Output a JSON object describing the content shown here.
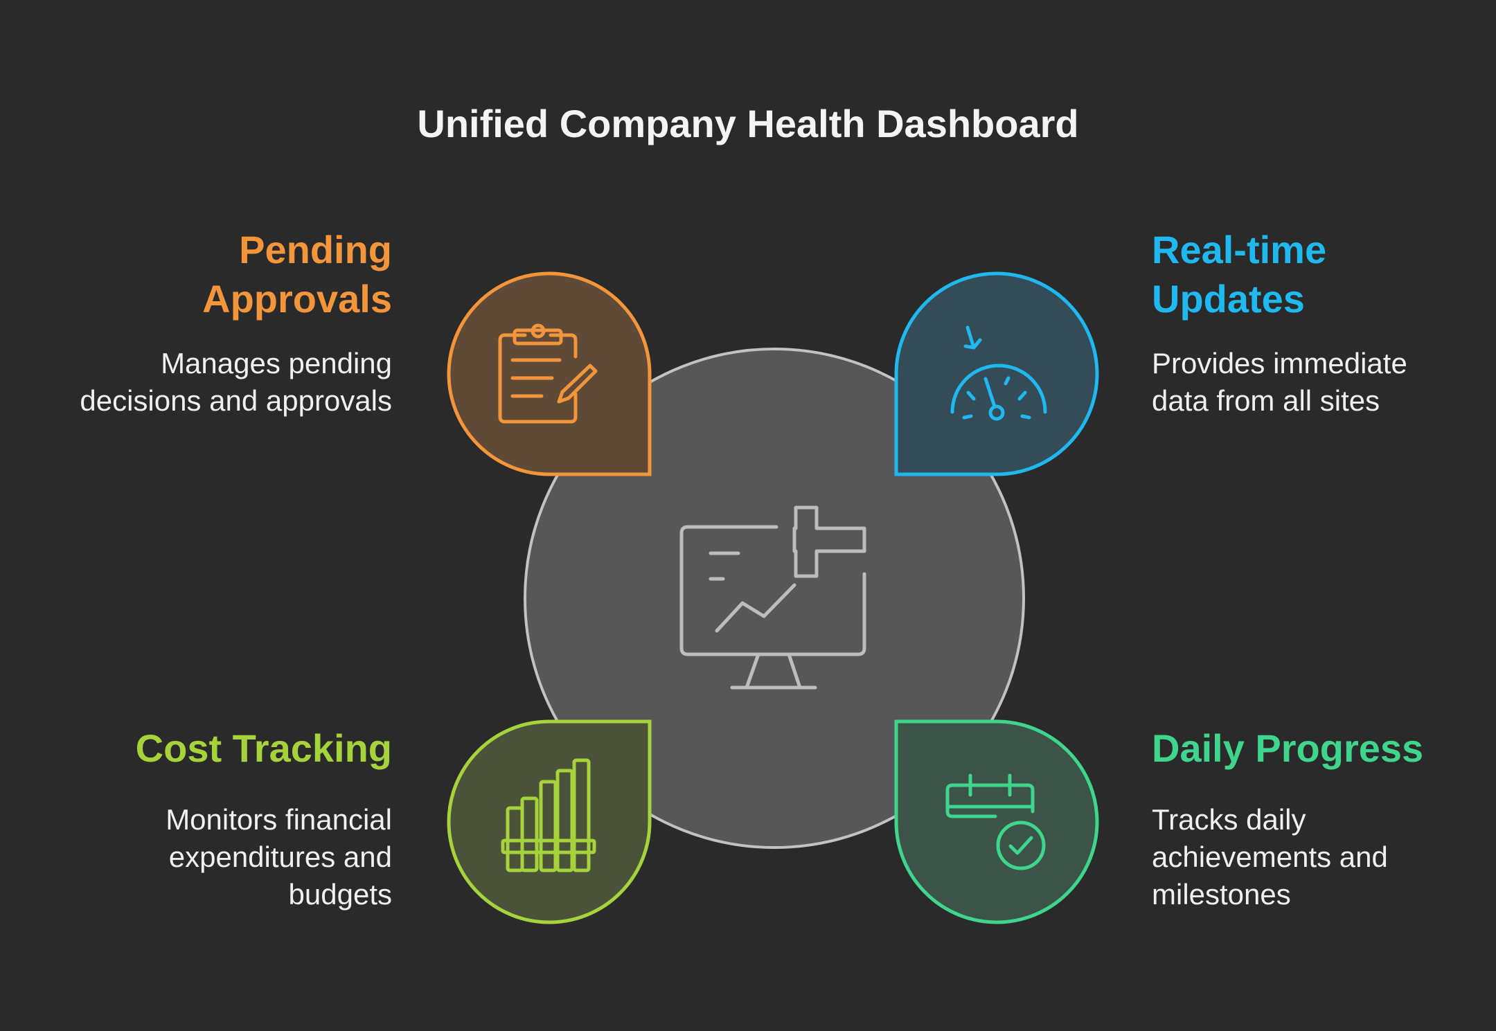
{
  "title": "Unified Company Health Dashboard",
  "center": {
    "icon": "monitor-health-chart-icon"
  },
  "items": [
    {
      "heading_lines": [
        "Pending",
        "Approvals"
      ],
      "description_lines": [
        "Manages pending",
        "decisions and approvals"
      ],
      "color": "#f3953a",
      "fill": "#5e4a36",
      "icon": "clipboard-pencil-icon"
    },
    {
      "heading_lines": [
        "Real-time",
        "Updates"
      ],
      "description_lines": [
        "Provides immediate",
        "data from all sites"
      ],
      "color": "#1fb9ef",
      "fill": "#334c58",
      "icon": "speedometer-icon"
    },
    {
      "heading_lines": [
        "Cost Tracking"
      ],
      "description_lines": [
        "Monitors financial",
        "expenditures and",
        "budgets"
      ],
      "color": "#a6d23c",
      "fill": "#4a533a",
      "icon": "bar-chart-icon"
    },
    {
      "heading_lines": [
        "Daily Progress"
      ],
      "description_lines": [
        "Tracks daily",
        "achievements and",
        "milestones"
      ],
      "color": "#3fd58c",
      "fill": "#3b5447",
      "icon": "calendar-check-icon"
    }
  ]
}
